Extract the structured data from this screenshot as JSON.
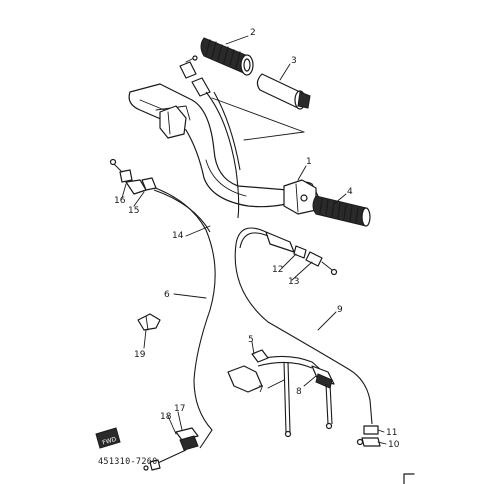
{
  "diagram": {
    "callouts": [
      "1",
      "2",
      "3",
      "4",
      "5",
      "6",
      "7",
      "8",
      "9",
      "10",
      "11",
      "12",
      "13",
      "14",
      "15",
      "16",
      "17",
      "18",
      "19"
    ],
    "part_code": "451310-7260",
    "fwd_badge": "FWD"
  }
}
